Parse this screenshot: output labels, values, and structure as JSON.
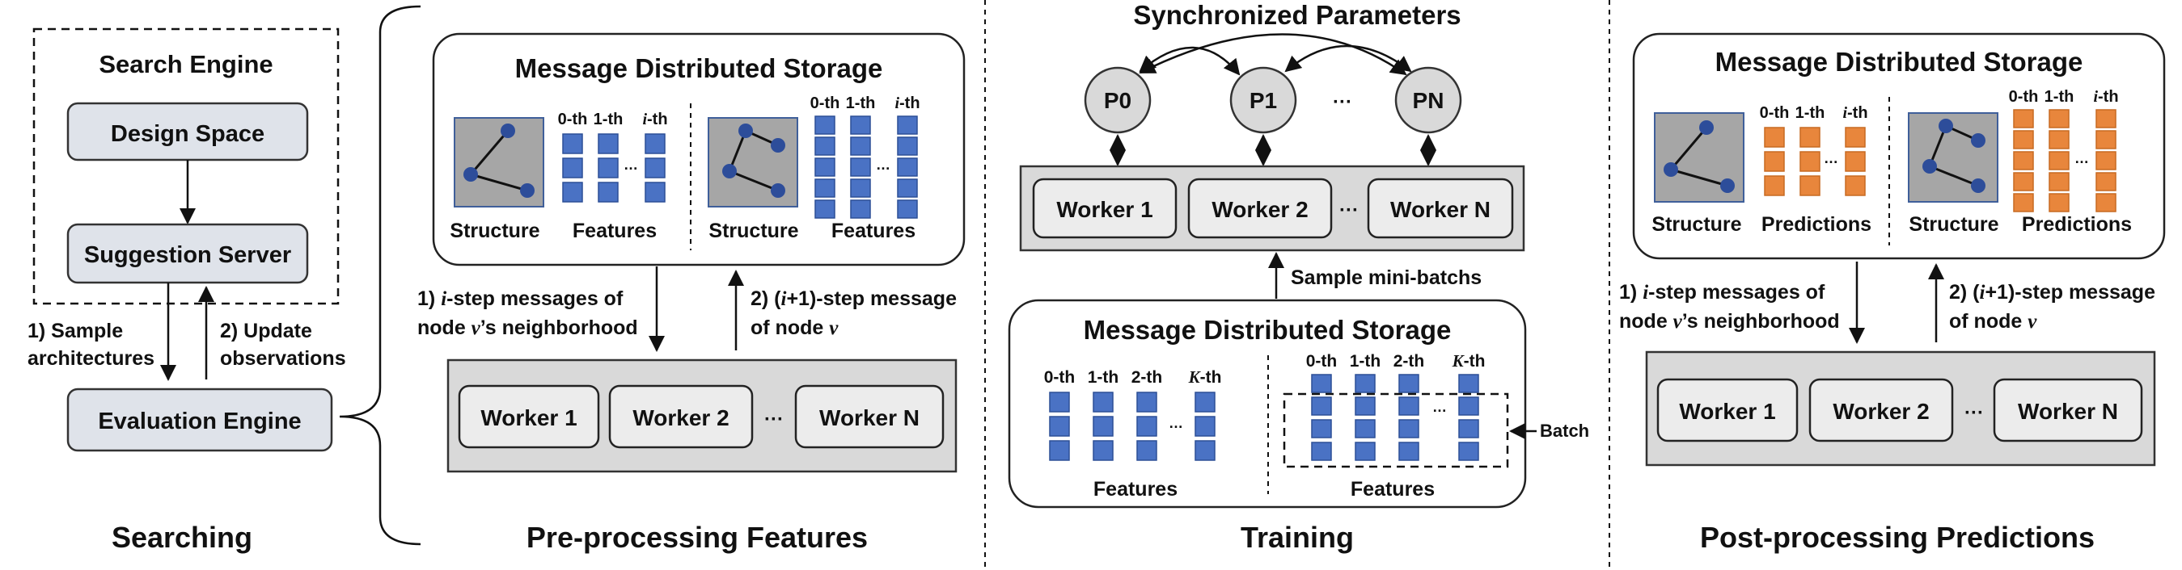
{
  "searching": {
    "search_engine": "Search Engine",
    "design_space": "Design Space",
    "suggestion_server": "Suggestion Server",
    "evaluation_engine": "Evaluation Engine",
    "sample_1": "1) Sample",
    "sample_2": "architectures",
    "update_1": "2) Update",
    "update_2": "observations",
    "section_title": "Searching"
  },
  "preprocessing": {
    "storage_title": "Message Distributed Storage",
    "col_0": "0-th",
    "col_1": "1-th",
    "col_i": "i",
    "col_i_suffix": "-th",
    "ellipsis": "…",
    "structure": "Structure",
    "features": "Features",
    "msg_left_1a": "1) ",
    "msg_left_1b": "i",
    "msg_left_1c": "-step messages of",
    "msg_left_2a": "node ",
    "msg_left_2b": "v",
    "msg_left_2c": "’s neighborhood",
    "msg_right_1a": "2) (",
    "msg_right_1b": "i",
    "msg_right_1c": "+1)-step message",
    "msg_right_2a": "of node ",
    "msg_right_2b": "v",
    "worker_1": "Worker 1",
    "worker_2": "Worker 2",
    "worker_n": "Worker N",
    "dots": "···",
    "section_title": "Pre-processing Features"
  },
  "training": {
    "sync_title": "Synchronized Parameters",
    "p0": "P0",
    "p1": "P1",
    "pn": "PN",
    "dots": "···",
    "worker_1": "Worker 1",
    "worker_2": "Worker 2",
    "worker_n": "Worker N",
    "sample_minibatch": "Sample mini-batchs",
    "storage_title": "Message Distributed Storage",
    "col_0": "0-th",
    "col_1": "1-th",
    "col_2": "2-th",
    "col_k": "K",
    "col_k_suffix": "-th",
    "ellipsis": "…",
    "features": "Features",
    "batch": "Batch",
    "section_title": "Training"
  },
  "postprocessing": {
    "storage_title": "Message Distributed Storage",
    "col_0": "0-th",
    "col_1": "1-th",
    "col_i": "i",
    "col_i_suffix": "-th",
    "ellipsis": "…",
    "structure": "Structure",
    "predictions": "Predictions",
    "msg_left_1a": "1) ",
    "msg_left_1b": "i",
    "msg_left_1c": "-step messages of",
    "msg_left_2a": "node ",
    "msg_left_2b": "v",
    "msg_left_2c": "’s neighborhood",
    "msg_right_1a": "2) (",
    "msg_right_1b": "i",
    "msg_right_1c": "+1)-step message",
    "msg_right_2a": "of node ",
    "msg_right_2b": "v",
    "worker_1": "Worker 1",
    "worker_2": "Worker 2",
    "worker_n": "Worker N",
    "dots": "···",
    "section_title": "Post-processing Predictions"
  },
  "colors": {
    "feature_block": "#4a72c4",
    "prediction_block": "#e8863c",
    "box_fill": "#dfe3ea",
    "gray_bar": "#d9d9d9"
  }
}
